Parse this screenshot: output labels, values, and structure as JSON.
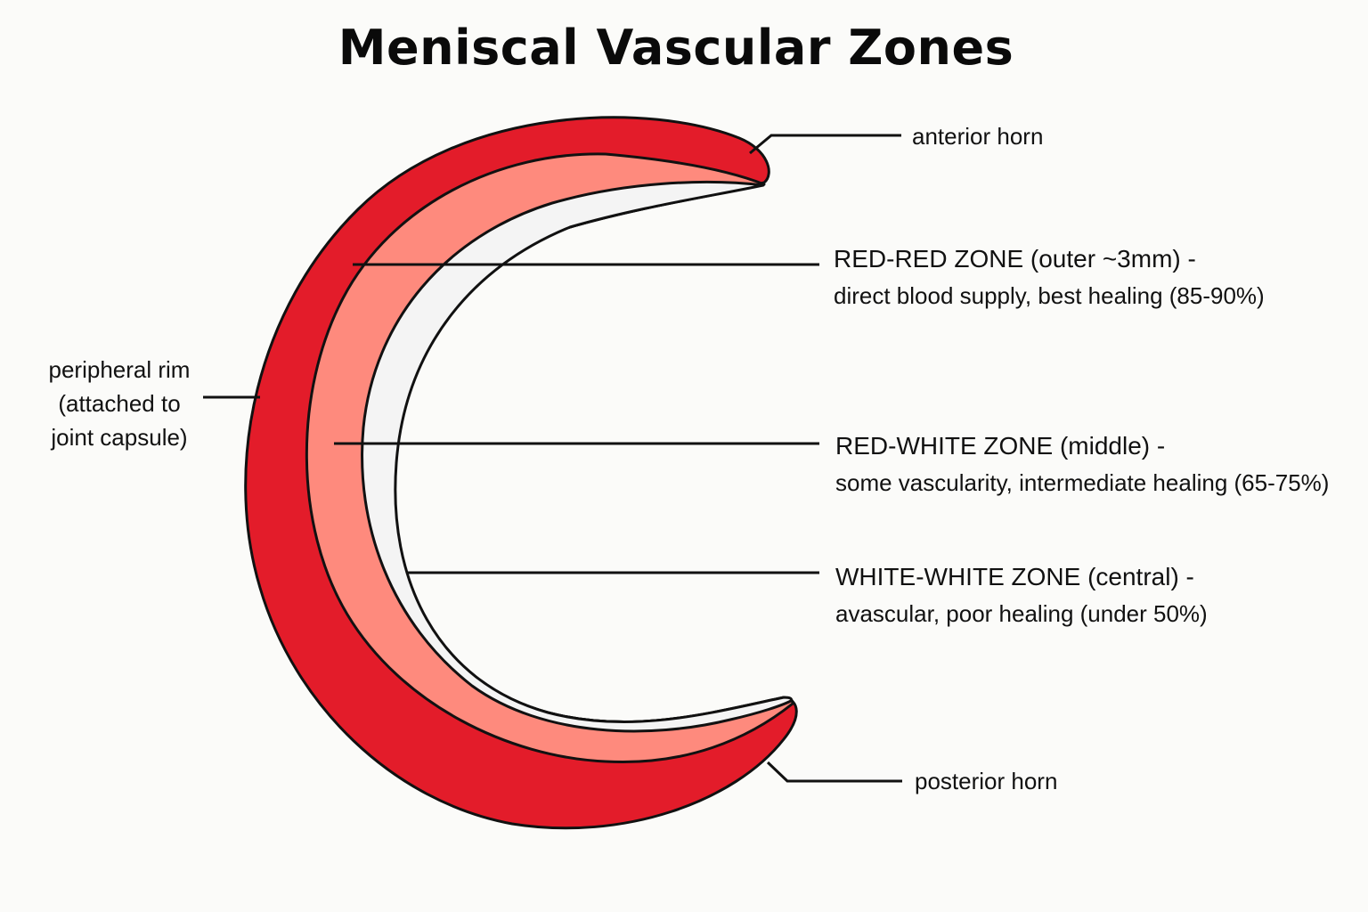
{
  "title": "Meniscal Vascular Zones",
  "labels": {
    "anterior_horn": "anterior horn",
    "posterior_horn": "posterior horn",
    "peripheral_rim": [
      "peripheral rim",
      "(attached to",
      "joint capsule)"
    ],
    "red_red": {
      "heading": "RED-RED ZONE (outer ~3mm) -",
      "detail": "direct blood supply, best healing (85-90%)"
    },
    "red_white": {
      "heading": "RED-WHITE ZONE (middle) -",
      "detail": "some vascularity, intermediate healing (65-75%)"
    },
    "white_white": {
      "heading": "WHITE-WHITE ZONE (central) -",
      "detail": "avascular, poor healing (under 50%)"
    }
  },
  "colors": {
    "red_red_zone": "#e31c2a",
    "red_white_zone": "#fe8a7d",
    "white_white_zone": "#f4f4f4",
    "outline": "#111111"
  }
}
